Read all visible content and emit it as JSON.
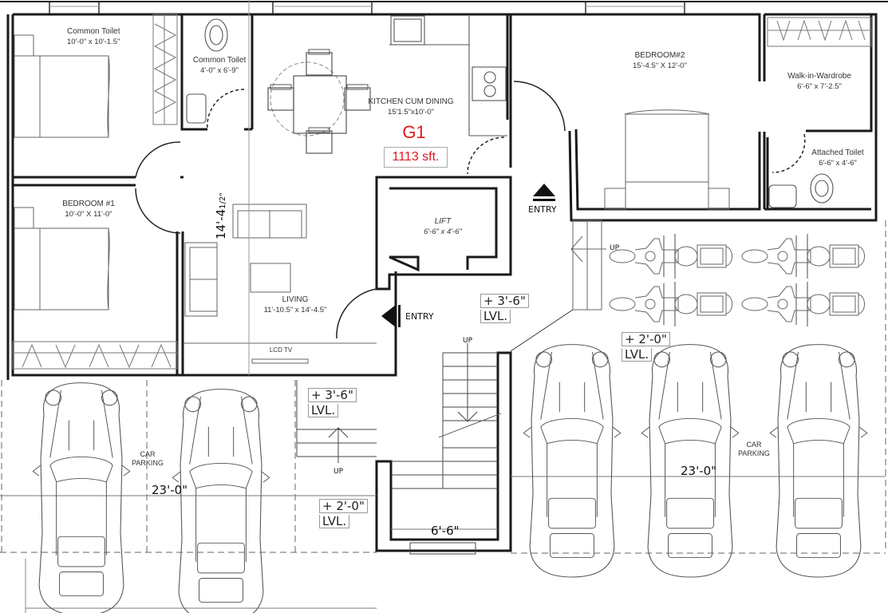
{
  "plan": {
    "unit_code": "G1",
    "area": "1113 sft.",
    "accent_color": "#e0181e",
    "rooms": [
      {
        "name": "Common Toilet",
        "dims": "10'-0\" x 10'-1.5\""
      },
      {
        "name": "Common Toilet",
        "dims": "4'-0\" x 6'-9\""
      },
      {
        "name": "KITCHEN CUM DINING",
        "dims": "15'1.5\"x10'-0\""
      },
      {
        "name": "BEDROOM#2",
        "dims": "15'-4.5\" X 12'-0\""
      },
      {
        "name": "Walk-in-Wardrobe",
        "dims": "6'-6\" x 7'-2.5\""
      },
      {
        "name": "Attached Toilet",
        "dims": "6'-6\" x 4'-6\""
      },
      {
        "name": "BEDROOM #1",
        "dims": "10'-0\" X 11'-0\""
      },
      {
        "name": "LIFT",
        "dims": "6'-6\" x 4'-6\""
      },
      {
        "name": "LIVING",
        "dims": "11'-10.5\" x 14'-4.5\""
      }
    ],
    "labels": {
      "lcd_tv": "LCD TV",
      "entry_top": "ENTRY",
      "entry_left": "ENTRY",
      "up_ramp": "UP",
      "up_stair_top": "UP",
      "up_stair_left": "UP",
      "car_parking_left": [
        "CAR",
        "PARKING"
      ],
      "car_parking_right": [
        "CAR",
        "PARKING"
      ]
    },
    "dimensions": {
      "living_height": "14'-4",
      "living_height_frac": "1/2\"",
      "parking_left": "23'-0\"",
      "parking_right": "23'-0\"",
      "stair_width": "6'-6\""
    },
    "levels": [
      {
        "value": "+ 3'-6\"",
        "unit": "LVL."
      },
      {
        "value": "+ 2'-0\"",
        "unit": "LVL."
      },
      {
        "value": "+ 3'-6\"",
        "unit": "LVL."
      },
      {
        "value": "+ 2'-0\"",
        "unit": "LVL."
      }
    ]
  }
}
